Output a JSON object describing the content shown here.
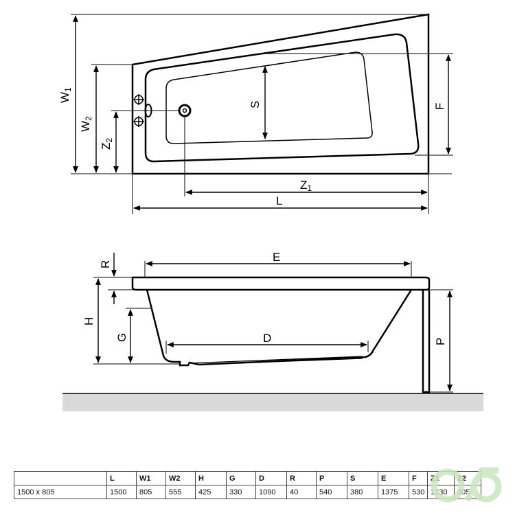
{
  "top_view": {
    "labels": {
      "W1": "W",
      "W1_sub": "1",
      "W2": "W",
      "W2_sub": "2",
      "Z2": "Z",
      "Z2_sub": "2",
      "S": "S",
      "F": "F",
      "Z1": "Z",
      "Z1_sub": "1",
      "L": "L"
    }
  },
  "side_view": {
    "labels": {
      "R": "R",
      "E": "E",
      "H": "H",
      "G": "G",
      "D": "D",
      "P": "P"
    }
  },
  "spec_table": {
    "headers": [
      "",
      "L",
      "W1",
      "W2",
      "H",
      "G",
      "D",
      "R",
      "P",
      "S",
      "E",
      "F",
      "Z1",
      "Z2"
    ],
    "rows": [
      [
        "1500 x 805",
        "1500",
        "805",
        "555",
        "425",
        "330",
        "1090",
        "40",
        "540",
        "380",
        "1375",
        "530",
        "1230",
        "305"
      ]
    ]
  },
  "colors": {
    "line": "#000000",
    "floor": "#d9d9d9",
    "watermark": "#c9e6c0"
  }
}
